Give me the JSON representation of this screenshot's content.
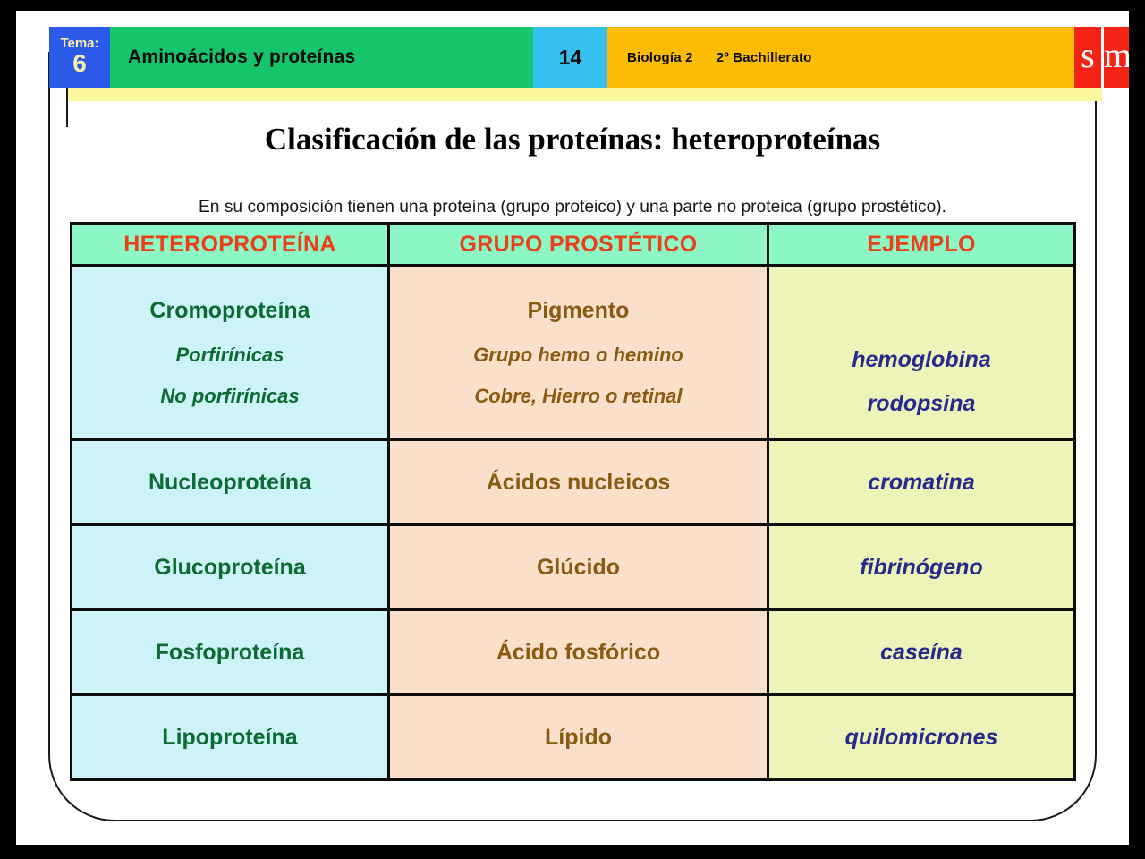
{
  "header": {
    "tema_label": "Tema:",
    "tema_number": "6",
    "unit_title": "Aminoácidos y proteínas",
    "page_number": "14",
    "course": "Biología 2",
    "level": "2º Bachillerato",
    "logo_left": "s",
    "logo_right": "m",
    "colors": {
      "tema_box": "#2c5ae8",
      "title_box": "#15c46b",
      "page_box": "#36c0f0",
      "course_box": "#fcbc06",
      "logo_box": "#f42314",
      "yellow_strip": "#fcf79c"
    }
  },
  "slide": {
    "title": "Clasificación de las proteínas: heteroproteínas",
    "subtitle": "En su composición tienen una proteína (grupo proteico) y una parte no proteica (grupo prostético)."
  },
  "table": {
    "headers": [
      "HETEROPROTEÍNA",
      "GRUPO PROSTÉTICO",
      "EJEMPLO"
    ],
    "header_color": "#e8401a",
    "header_bg": "#8cf7c4",
    "column_colors": {
      "heteroproteina_bg": "#cdf3f8",
      "heteroproteina_text": "#0b6b33",
      "grupo_bg": "#fae0ca",
      "grupo_text": "#8a5a11",
      "ejemplo_bg": "#eef3ba",
      "ejemplo_text": "#252a8c"
    },
    "rows": [
      {
        "heteroproteina": "Cromoproteína",
        "heteroproteina_sub": [
          "Porfirínicas",
          "No porfirínicas"
        ],
        "grupo": "Pigmento",
        "grupo_sub": [
          "Grupo hemo o hemino",
          "Cobre, Hierro o retinal"
        ],
        "ejemplo": "",
        "ejemplo_sub": [
          "hemoglobina",
          "rodopsina"
        ]
      },
      {
        "heteroproteina": "Nucleoproteína",
        "grupo": "Ácidos nucleicos",
        "ejemplo": "cromatina"
      },
      {
        "heteroproteina": "Glucoproteína",
        "grupo": "Glúcido",
        "ejemplo": "fibrinógeno"
      },
      {
        "heteroproteina": "Fosfoproteína",
        "grupo": "Ácido fosfórico",
        "ejemplo": "caseína"
      },
      {
        "heteroproteina": "Lipoproteína",
        "grupo": "Lípido",
        "ejemplo": "quilomicrones"
      }
    ]
  }
}
